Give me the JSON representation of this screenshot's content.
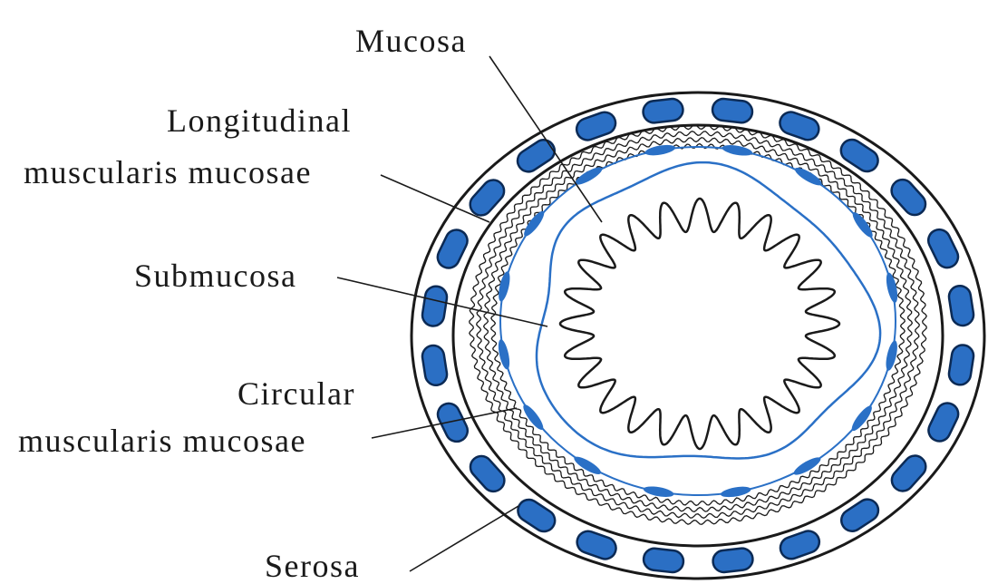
{
  "labels": {
    "mucosa": "Mucosa",
    "longitudinal_1": "Longitudinal",
    "longitudinal_2": "muscularis mucosae",
    "submucosa": "Submucosa",
    "circular_1": "Circular",
    "circular_2": "muscularis mucosae",
    "serosa": "Serosa"
  },
  "colors": {
    "ink": "#1a1a1a",
    "blue": "#2a70c6",
    "cell_fill": "#2b6fc4",
    "cell_stroke": "#0b2a55",
    "background": "#ffffff"
  }
}
